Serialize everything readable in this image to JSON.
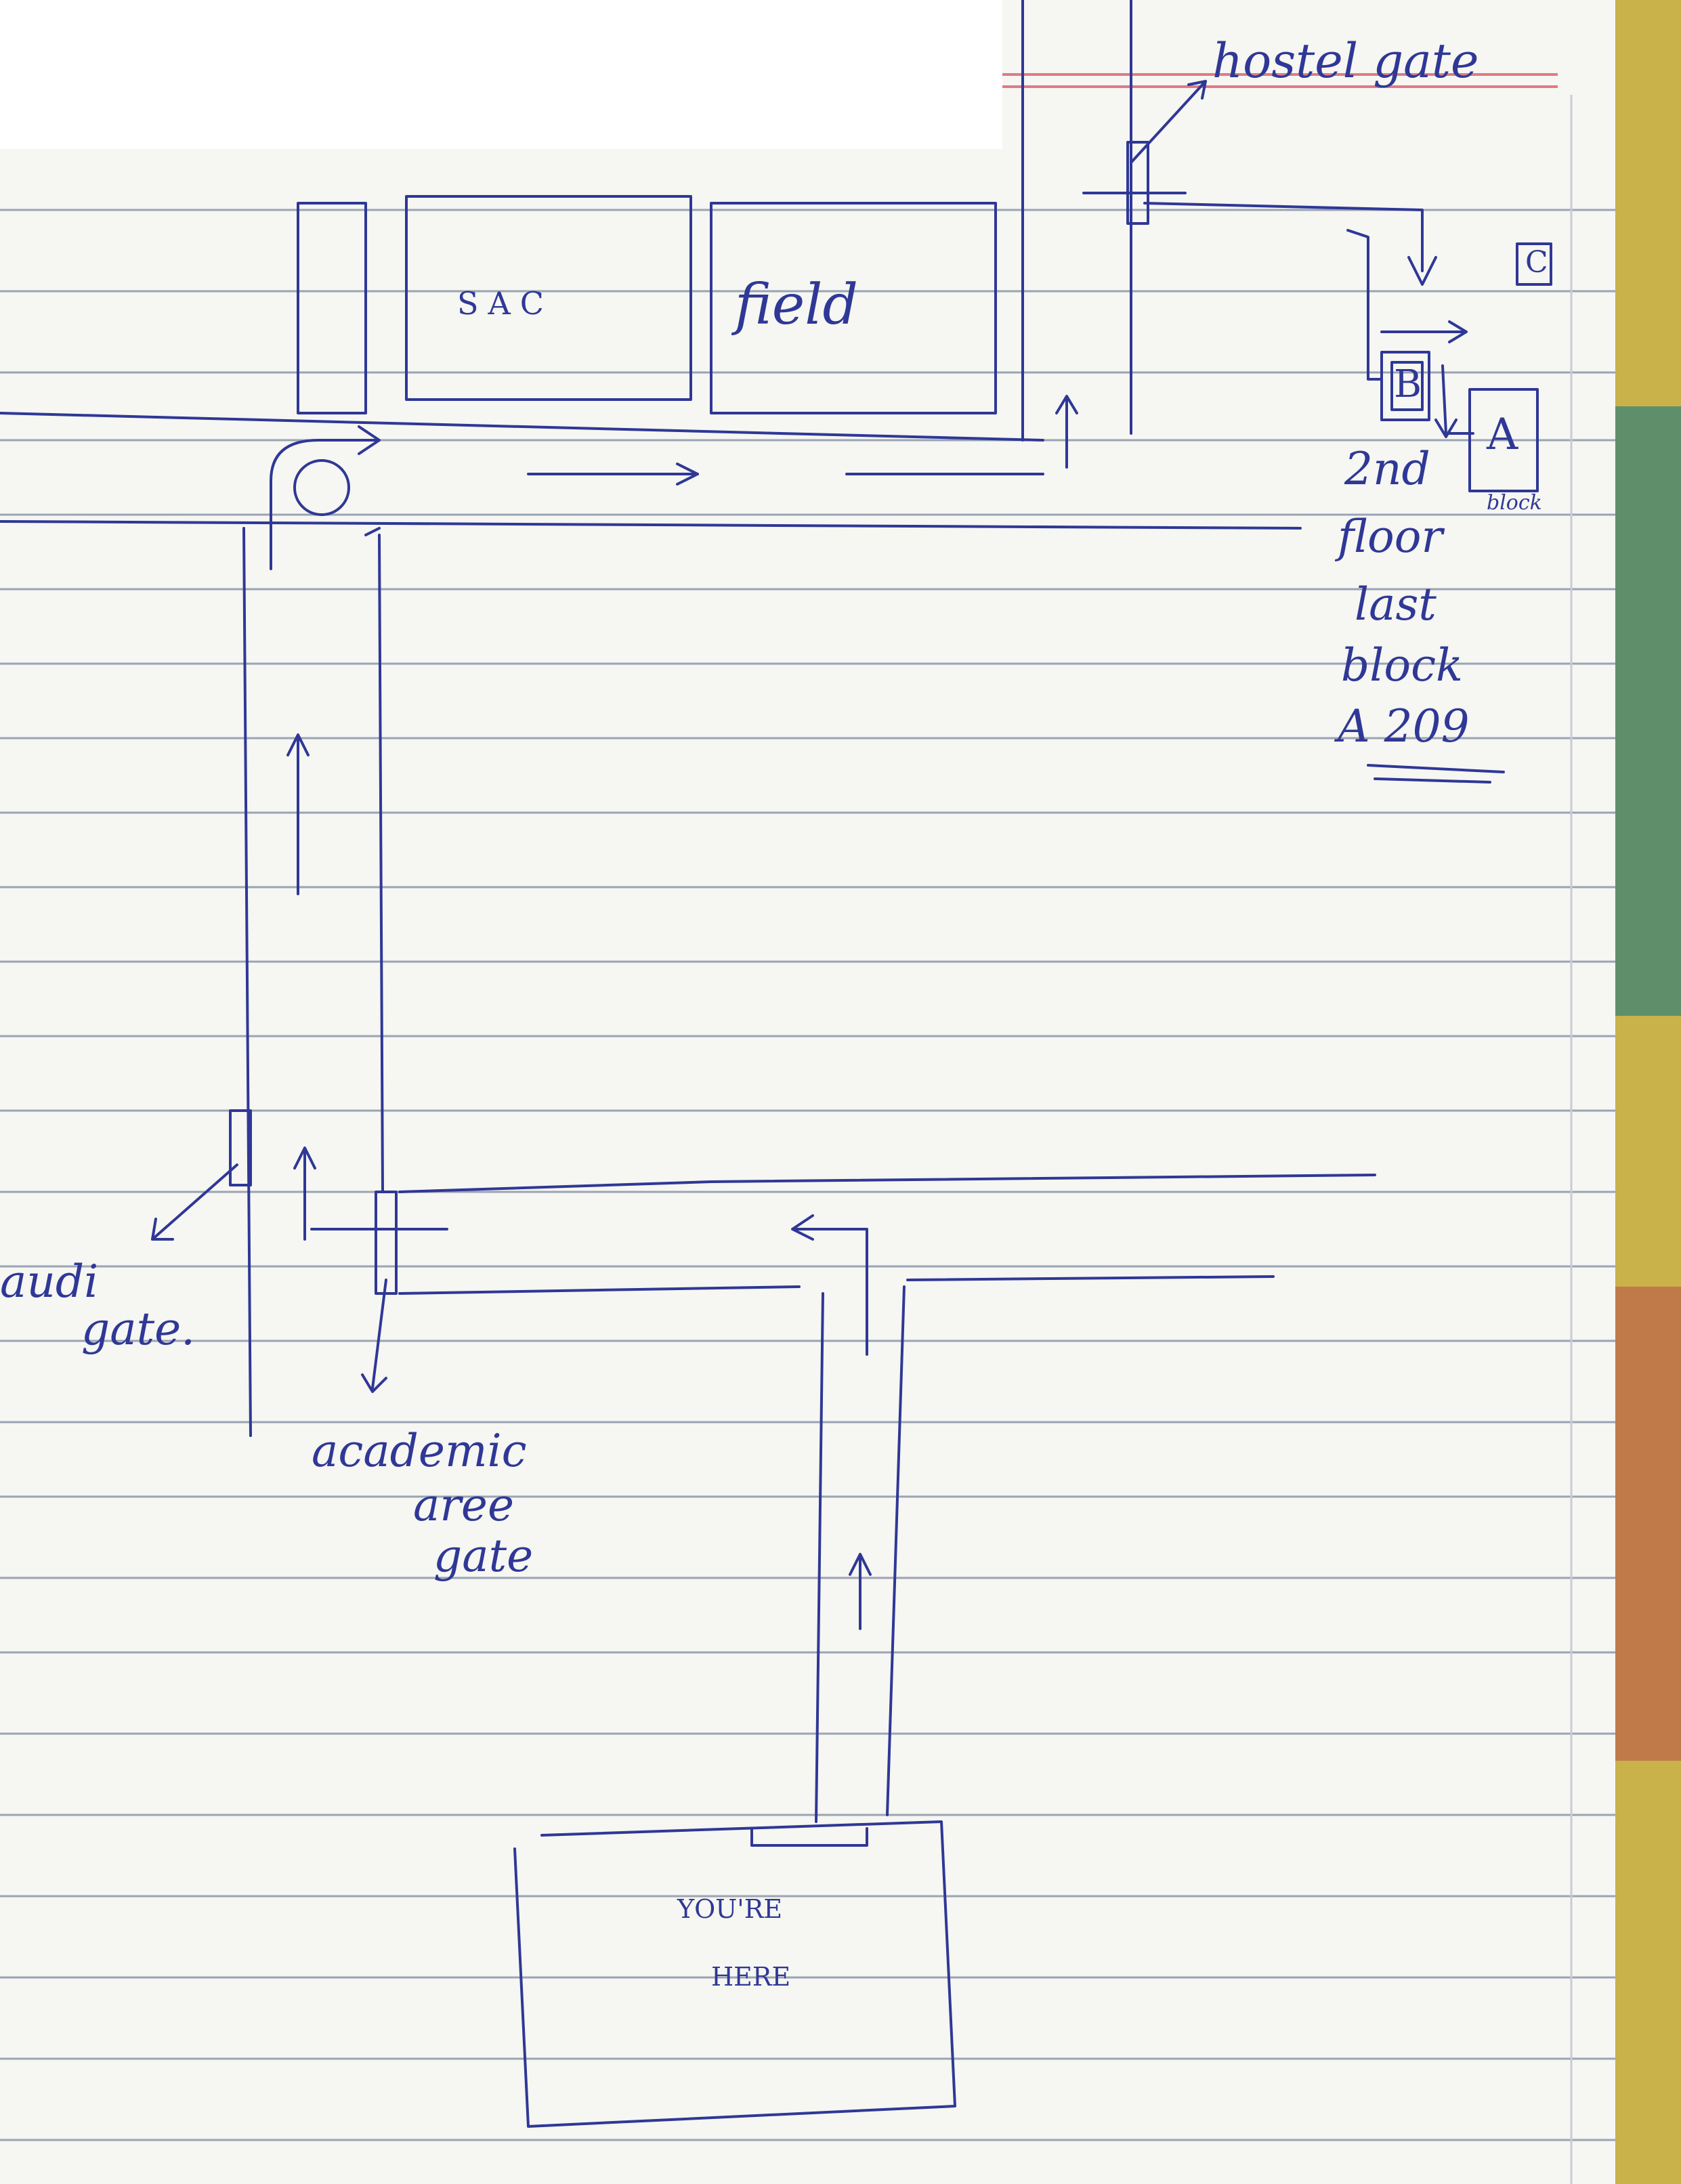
{
  "map": {
    "labels": {
      "hostel_gate": "hostel gate",
      "sac": "SAC",
      "field": "field",
      "block_c": "C",
      "block_b": "B",
      "block_a": "A",
      "block_word": "block",
      "floor_info": [
        "2nd",
        "floor",
        "last",
        "block",
        "A 209"
      ],
      "audi_gate": [
        "audi",
        "gate."
      ],
      "academic_gate": [
        "academic",
        "aree",
        "gate"
      ],
      "you_here": [
        "YOU'RE",
        "HERE"
      ]
    },
    "colors": {
      "ink": "#2f3896",
      "paper": "#f6f6f2",
      "ruling": "#9aa4b4",
      "margin": "#e07a86"
    }
  }
}
